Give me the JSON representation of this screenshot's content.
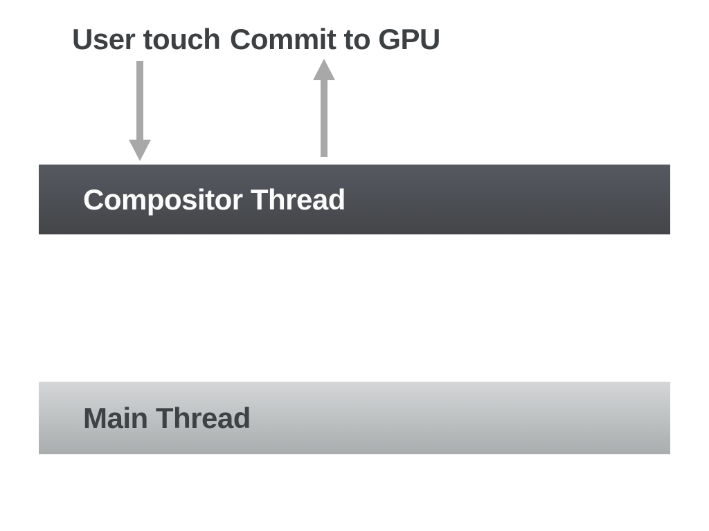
{
  "labels": {
    "user_touch": "User touch",
    "commit_to_gpu": "Commit to GPU"
  },
  "threads": {
    "compositor": {
      "label": "Compositor Thread"
    },
    "main": {
      "label": "Main Thread"
    }
  },
  "arrows": {
    "user_touch_direction": "down",
    "commit_to_gpu_direction": "up"
  },
  "colors": {
    "background": "#ffffff",
    "heading_text": "#3d4043",
    "arrow": "#a8a8a8",
    "compositor_top": "#565961",
    "compositor_bottom": "#434548",
    "compositor_text": "#fbfbfb",
    "main_top": "#d4d6d8",
    "main_bottom": "#a9adae",
    "main_text": "#3e4245"
  }
}
